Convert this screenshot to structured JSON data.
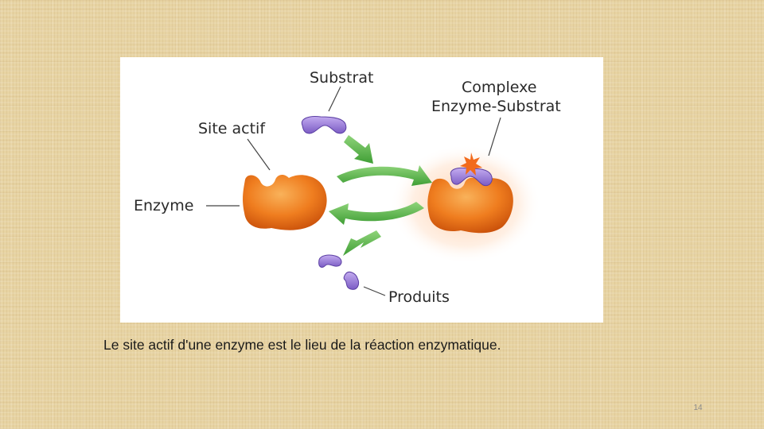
{
  "slide": {
    "caption": "Le site actif d'une enzyme est le lieu de la réaction enzymatique.",
    "page_number": "14"
  },
  "diagram": {
    "labels": {
      "substrat": "Substrat",
      "site_actif": "Site actif",
      "complexe_line1": "Complexe",
      "complexe_line2": "Enzyme-Substrat",
      "enzyme": "Enzyme",
      "produits": "Produits"
    },
    "colors": {
      "enzyme": "#ee7a1e",
      "substrate": "#9a7ad8",
      "arrow": "#5cb84a",
      "background": "#e7d3a2"
    }
  }
}
